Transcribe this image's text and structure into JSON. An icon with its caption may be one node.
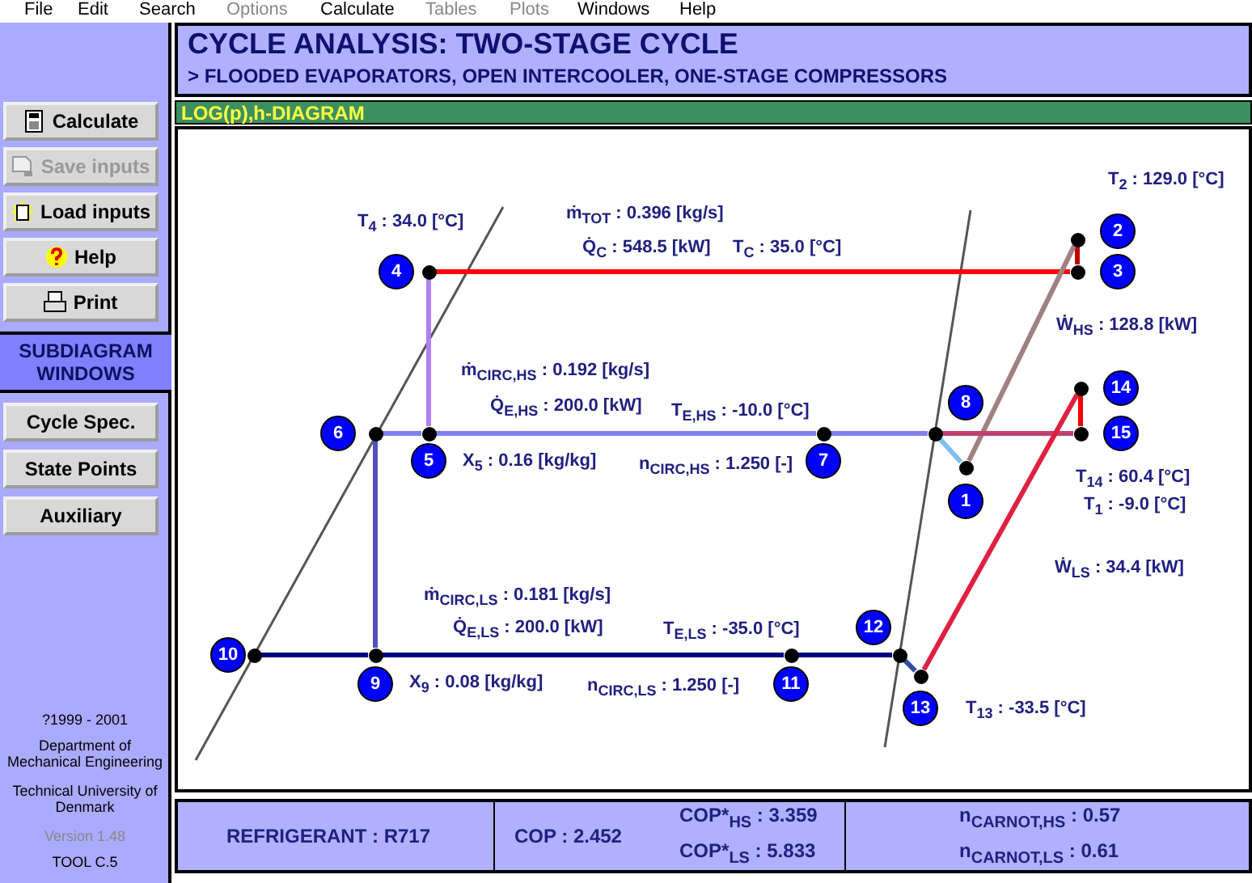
{
  "diagram": {
    "title": "CYCLE ANALYSIS: TWO-STAGE CYCLE",
    "nodes": [
      {
        "text": [],
        "shape": "circle",
        "beside": [
          "10"
        ]
      },
      {
        "text": [],
        "shape": "circle",
        "beside": [
          "6"
        ]
      },
      {
        "text": [],
        "shape": "circle",
        "beside": [
          "9"
        ]
      },
      {
        "text": [],
        "shape": "circle",
        "beside": [
          "4"
        ]
      },
      {
        "text": [],
        "shape": "circle",
        "beside": [
          "5"
        ]
      },
      {
        "text": [],
        "shape": "circle",
        "beside": [
          "11"
        ]
      },
      {
        "text": [],
        "shape": "circle",
        "beside": [
          "7"
        ]
      },
      {
        "text": [],
        "shape": "circle",
        "beside": [
          "12"
        ]
      },
      {
        "text": [],
        "shape": "circle",
        "beside": [
          "13"
        ]
      },
      {
        "text": [],
        "shape": "circle",
        "beside": [
          "8"
        ]
      },
      {
        "text": [],
        "shape": "circle",
        "beside": [
          "1"
        ]
      },
      {
        "text": [],
        "shape": "circle",
        "beside": [
          "2"
        ]
      },
      {
        "text": [],
        "shape": "circle",
        "beside": [
          "3"
        ]
      },
      {
        "text": [],
        "shape": "circle",
        "beside": [
          "14"
        ]
      },
      {
        "text": [],
        "shape": "circle",
        "beside": [
          "15"
        ]
      }
    ],
    "edges": [
      {
        "from": 11,
        "to": 12,
        "arrow": "none",
        "color": "#c00000"
      },
      {
        "from": 12,
        "to": 3,
        "arrow": "none",
        "color": "#ff0000"
      },
      {
        "from": 3,
        "to": 4,
        "arrow": "none",
        "color": "#b080f0"
      },
      {
        "from": 1,
        "to": 4,
        "arrow": "none",
        "color": "#8080f0"
      },
      {
        "from": 4,
        "to": 6,
        "arrow": "none",
        "color": "#8080f0"
      },
      {
        "from": 6,
        "to": 9,
        "arrow": "none",
        "color": "#8080f0"
      },
      {
        "from": 9,
        "to": 10,
        "arrow": "none",
        "color": "#80c0f0"
      },
      {
        "from": 10,
        "to": 11,
        "arrow": "none",
        "color": "#a08080"
      },
      {
        "from": 9,
        "to": 14,
        "arrow": "none",
        "color": "#c04070"
      },
      {
        "from": 14,
        "to": 13,
        "arrow": "none",
        "color": "#ff0000"
      },
      {
        "from": 8,
        "to": 13,
        "arrow": "none",
        "color": "#e02040"
      },
      {
        "from": 7,
        "to": 8,
        "arrow": "none",
        "color": "#3050a0"
      },
      {
        "from": 1,
        "to": 2,
        "arrow": "none",
        "color": "#5050c0"
      },
      {
        "from": 0,
        "to": 2,
        "arrow": "none",
        "color": "#000080"
      },
      {
        "from": 2,
        "to": 5,
        "arrow": "none",
        "color": "#000080"
      },
      {
        "from": 5,
        "to": 7,
        "arrow": "none",
        "color": "#000080"
      }
    ],
    "labels": [
      "File",
      "Edit",
      "Search",
      "Options",
      "Calculate",
      "Tables",
      "Plots",
      "Windows",
      "Help",
      "> FLOODED EVAPORATORS, OPEN INTERCOOLER, ONE-STAGE COMPRESSORS",
      "Calculate",
      "LOG(p),h-DIAGRAM",
      "Save inputs",
      "Load inputs",
      "Help",
      "Print",
      "SUBDIAGRAM WINDOWS",
      "Cycle Spec.",
      "State Points",
      "Auxiliary",
      "?1999 - 2001",
      "Department of Mechanical Engineering",
      "Technical University of Denmark",
      "Version 1.48",
      "TOOL C.5",
      "T$_{4}$ : 34.0 [°C]",
      "ṁ$_{TOT}$ : 0.396 [kg/s]",
      "Q̇$_{C}$ : 548.5 [kW]",
      "T$_{C}$ : 35.0 [°C]",
      "T$_{2}$ : 129.0 [°C]",
      "Ẇ$_{HS}$ : 128.8 [kW]",
      "ṁ$_{CIRC,HS}$ : 0.192 [kg/s]",
      "Q̇$_{E,HS}$ : 200.0 [kW]",
      "T$_{E,HS}$ : -10.0 [°C]",
      "X$_{5}$ : 0.16 [kg/kg]",
      "n$_{CIRC,HS}$ : 1.250 [-]",
      "T$_{14}$ : 60.4 [°C]",
      "T$_{1}$ : -9.0 [°C]",
      "Ẇ$_{LS}$ : 34.4 [kW]",
      "ṁ$_{CIRC,LS}$ : 0.181 [kg/s]",
      "Q̇$_{E,LS}$ : 200.0 [kW]",
      "T$_{E,LS}$ : -35.0 [°C]",
      "X$_{9}$ : 0.08 [kg/kg]",
      "n$_{CIRC,LS}$ : 1.250 [-]",
      "T$_{13}$ : -33.5 [°C]",
      "REFRIGERANT : R717",
      "COP : 2.452",
      "COP*$_{HS}$ : 3.359",
      "COP*$_{LS}$ : 5.833",
      "n$_{CARNOT,HS}$ : 0.57",
      "n$_{CARNOT,LS}$ : 0.61"
    ]
  }
}
